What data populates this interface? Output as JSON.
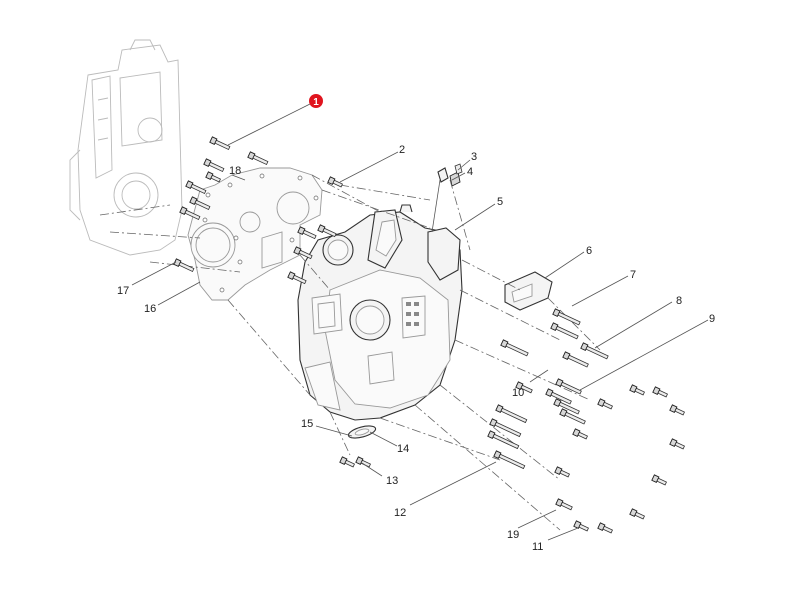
{
  "badge": {
    "number": "1",
    "color": "#e0141e"
  },
  "labels": {
    "l2": "2",
    "l3": "3",
    "l4": "4",
    "l5": "5",
    "l6": "6",
    "l7": "7",
    "l8": "8",
    "l9": "9",
    "l10": "10",
    "l11": "11",
    "l12": "12",
    "l13": "13",
    "l14": "14",
    "l15": "15",
    "l16": "16",
    "l17": "17",
    "l18": "18",
    "l19": "19"
  }
}
